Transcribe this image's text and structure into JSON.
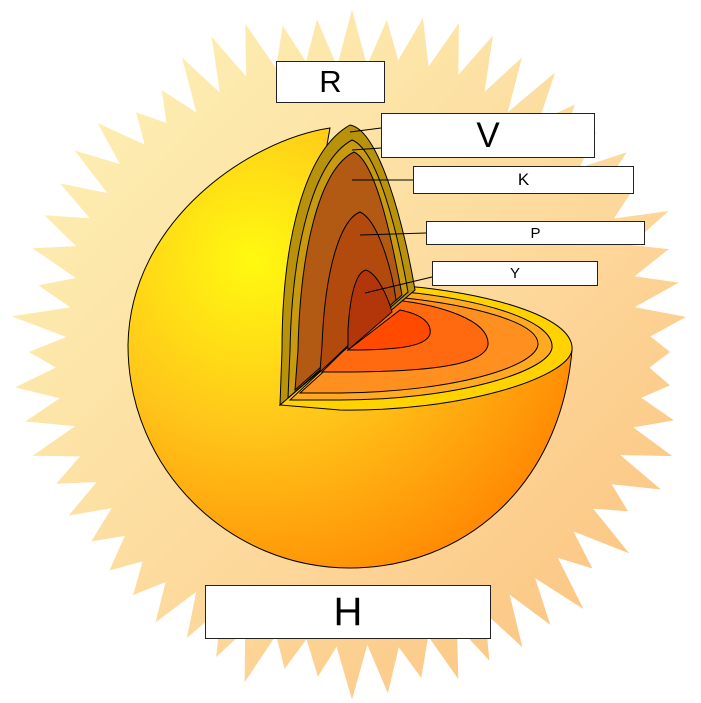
{
  "diagram": {
    "labels": {
      "r": "R",
      "v": "V",
      "k": "K",
      "p": "P",
      "y": "Y",
      "h": "H"
    },
    "colors": {
      "corona_light": "#FDF0B0",
      "corona_dark": "#FBC07A",
      "sphere_light": "#FFF21A",
      "sphere_dark": "#FF8A00",
      "photosphere_band": "#B8920A",
      "convective_zone": "#B25A14",
      "radiative_zone": "#B24A0E",
      "core": "#B2360A",
      "cut_surface_outer": "#FFD200",
      "cut_surface_mid": "#FF8C1A",
      "cut_surface_core": "#FF4A00",
      "outline": "#000000"
    }
  }
}
